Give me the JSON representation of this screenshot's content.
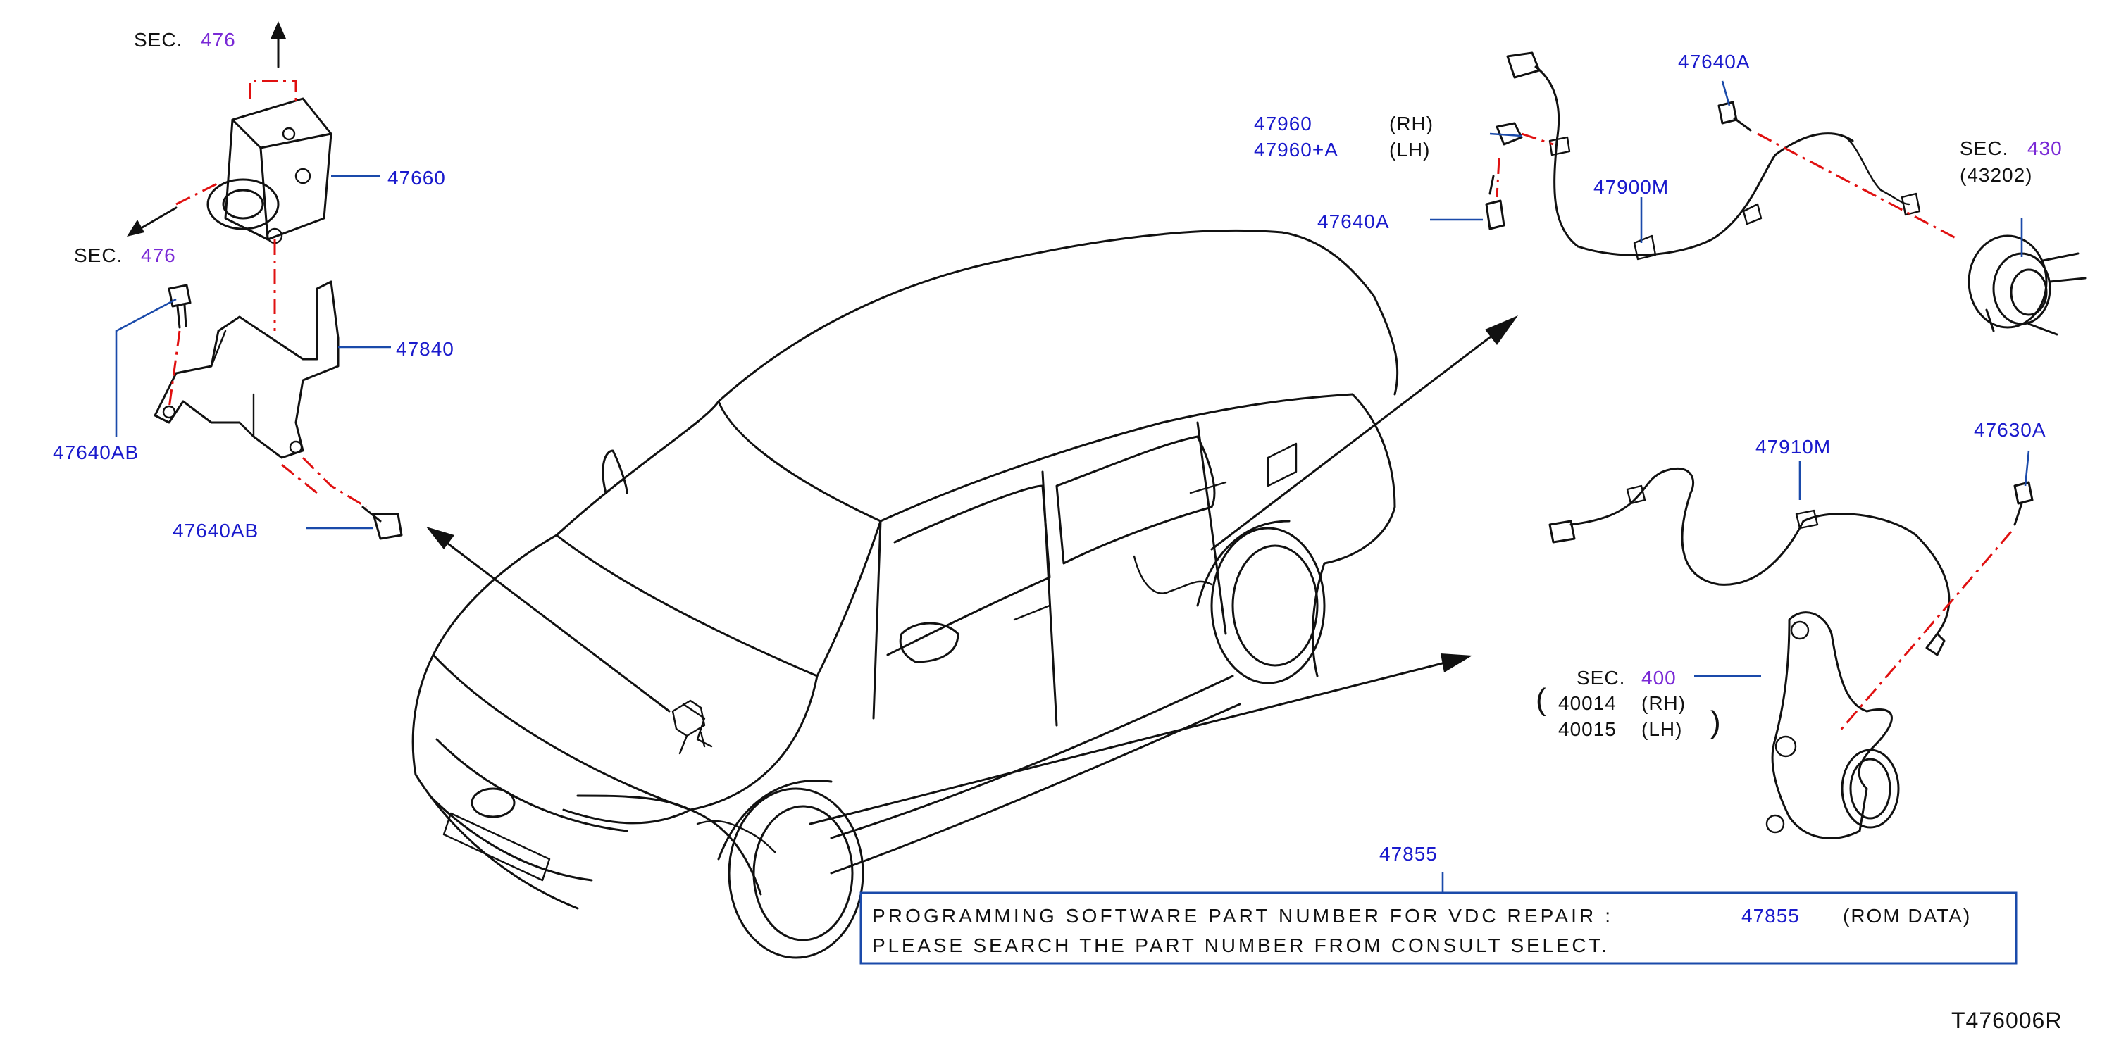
{
  "parts": {
    "abs_actuator": "47660",
    "bracket": "47840",
    "bolt_upper_left": "47640AB",
    "bolt_lower_left": "47640AB",
    "front_sensor_bracket_rh": "47960",
    "front_sensor_bracket_lh": "47960+A",
    "rh_tag": "(RH)",
    "lh_tag": "(LH)",
    "bolt_front_sensor": "47640A",
    "front_sensor_top_bolt": "47640A",
    "front_sensor": "47900M",
    "rear_sensor": "47910M",
    "rear_sensor_bolt": "47630A",
    "vdc_unit": "47855"
  },
  "sections": {
    "sec_word": "SEC.",
    "abs_top_ref": "476",
    "abs_left_ref": "476",
    "hub_ref": "430",
    "hub_part": "(43202)",
    "knuckle_ref": "400",
    "knuckle_rh": "40014",
    "knuckle_lh": "40015",
    "knuckle_rh_tag": "(RH)",
    "knuckle_lh_tag": "(LH)"
  },
  "note": {
    "line1_text": "PROGRAMMING SOFTWARE PART NUMBER FOR VDC REPAIR :",
    "line1_part": "47855",
    "line1_suffix": "(ROM DATA)",
    "line2_text": "PLEASE SEARCH THE PART NUMBER FROM CONSULT SELECT."
  },
  "diagram_code": "T476006R",
  "colors": {
    "part_number": "#1a1acc",
    "section_ref": "#7a2ad6",
    "leader": "#1a4aaa",
    "centerline": "#e01010",
    "line": "#111111"
  }
}
